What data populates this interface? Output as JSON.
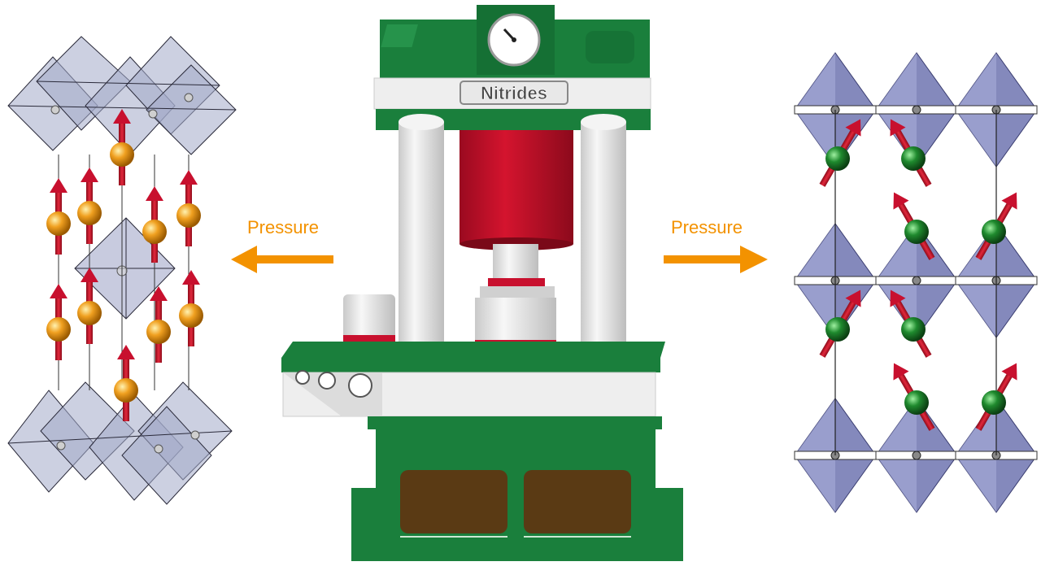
{
  "press": {
    "label": "Nitrides",
    "body_color": "#1a7f3c",
    "ram_color": "#c8102e",
    "pillar_color": "#e8e8e8"
  },
  "arrows": {
    "left_label": "Pressure",
    "right_label": "Pressure",
    "color": "#f39200"
  },
  "left_structure": {
    "atom_color": "#f0a020",
    "spin_color": "#c8102e",
    "octahedron_color": "#a0a8c8"
  },
  "right_structure": {
    "atom_color": "#1f8a2e",
    "spin_color": "#c8102e",
    "octahedron_color": "#6f74b0"
  }
}
